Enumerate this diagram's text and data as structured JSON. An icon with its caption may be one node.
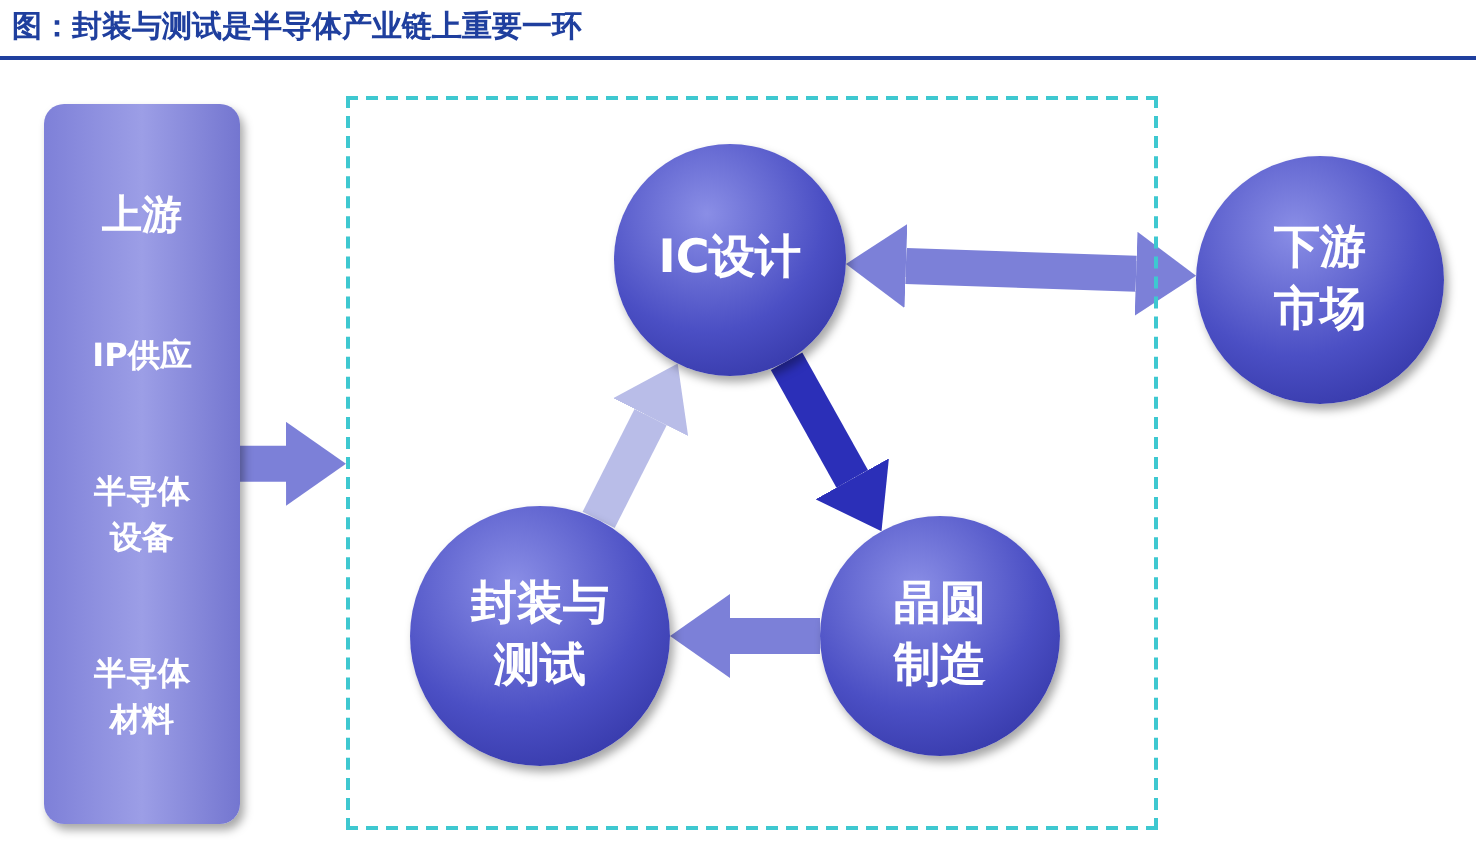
{
  "diagram": {
    "title": "图：封装与测试是半导体产业链上重要一环",
    "nodes": [
      {
        "text": [
          "上游",
          "IP供应",
          "半导体设备",
          "半导体材料"
        ]
      },
      {
        "text": [],
        "shape": "box"
      },
      {
        "text": [
          "IC设计"
        ],
        "in": 1
      },
      {
        "text": [
          "晶圆制造"
        ],
        "in": 1
      },
      {
        "text": [
          "封装与测试"
        ],
        "in": 1
      },
      {
        "text": [
          "下游市场"
        ]
      }
    ],
    "edges": [
      {
        "from": 0,
        "to": 1,
        "arrow": "to"
      },
      {
        "from": 2,
        "to": 5,
        "arrow": "both"
      },
      {
        "from": 2,
        "to": 3,
        "arrow": "to",
        "color": "#2b2fb8"
      },
      {
        "from": 3,
        "to": 4,
        "arrow": "to"
      },
      {
        "from": 4,
        "to": 2,
        "arrow": "to",
        "color": "#b9bde8"
      }
    ]
  }
}
